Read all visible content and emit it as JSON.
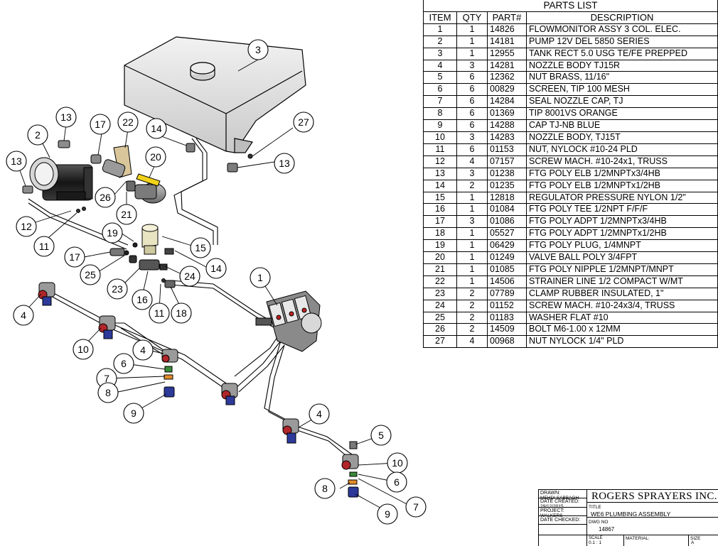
{
  "parts_list": {
    "title": "PARTS LIST",
    "columns": [
      "ITEM",
      "QTY",
      "PART#",
      "DESCRIPTION"
    ],
    "rows": [
      {
        "item": "1",
        "qty": "1",
        "part": "14826",
        "desc": "FLOWMONITOR ASSY 3 COL. ELEC."
      },
      {
        "item": "2",
        "qty": "1",
        "part": "14181",
        "desc": "PUMP 12V DEL 5850 SERIES"
      },
      {
        "item": "3",
        "qty": "1",
        "part": "12955",
        "desc": "TANK RECT 5.0 USG TE/FE PREPPED"
      },
      {
        "item": "4",
        "qty": "3",
        "part": "14281",
        "desc": "NOZZLE BODY TJ15R"
      },
      {
        "item": "5",
        "qty": "6",
        "part": "12362",
        "desc": "NUT BRASS, 11/16\""
      },
      {
        "item": "6",
        "qty": "6",
        "part": "00829",
        "desc": "SCREEN, TIP 100 MESH"
      },
      {
        "item": "7",
        "qty": "6",
        "part": "14284",
        "desc": "SEAL NOZZLE CAP, TJ"
      },
      {
        "item": "8",
        "qty": "6",
        "part": "01369",
        "desc": "TIP 8001VS ORANGE"
      },
      {
        "item": "9",
        "qty": "6",
        "part": "14288",
        "desc": "CAP TJ-NB BLUE"
      },
      {
        "item": "10",
        "qty": "3",
        "part": "14283",
        "desc": "NOZZLE BODY, TJ15T"
      },
      {
        "item": "11",
        "qty": "6",
        "part": "01153",
        "desc": "NUT, NYLOCK #10-24 PLD"
      },
      {
        "item": "12",
        "qty": "4",
        "part": "07157",
        "desc": "SCREW MACH. #10-24x1, TRUSS"
      },
      {
        "item": "13",
        "qty": "3",
        "part": "01238",
        "desc": "FTG POLY ELB 1/2MNPTx3/4HB"
      },
      {
        "item": "14",
        "qty": "2",
        "part": "01235",
        "desc": "FTG POLY ELB 1/2MNPTx1/2HB"
      },
      {
        "item": "15",
        "qty": "1",
        "part": "12818",
        "desc": "REGULATOR PRESSURE NYLON 1/2\""
      },
      {
        "item": "16",
        "qty": "1",
        "part": "01084",
        "desc": "FTG POLY TEE 1/2NPT F/F/F"
      },
      {
        "item": "17",
        "qty": "3",
        "part": "01086",
        "desc": "FTG POLY ADPT 1/2MNPTx3/4HB"
      },
      {
        "item": "18",
        "qty": "1",
        "part": "05527",
        "desc": "FTG POLY ADPT 1/2MNPTx1/2HB"
      },
      {
        "item": "19",
        "qty": "1",
        "part": "06429",
        "desc": "FTG POLY PLUG, 1/4MNPT"
      },
      {
        "item": "20",
        "qty": "1",
        "part": "01249",
        "desc": "VALVE BALL POLY 3/4FPT"
      },
      {
        "item": "21",
        "qty": "1",
        "part": "01085",
        "desc": "FTG POLY NIPPLE 1/2MNPT/MNPT"
      },
      {
        "item": "22",
        "qty": "1",
        "part": "14506",
        "desc": "STRAINER LINE 1/2 COMPACT W/MT"
      },
      {
        "item": "23",
        "qty": "2",
        "part": "07789",
        "desc": "CLAMP RUBBER INSULATED, 1\""
      },
      {
        "item": "24",
        "qty": "2",
        "part": "01152",
        "desc": "SCREW MACH. #10-24x3/4, TRUSS"
      },
      {
        "item": "25",
        "qty": "2",
        "part": "01183",
        "desc": "WASHER FLAT #10"
      },
      {
        "item": "26",
        "qty": "2",
        "part": "14509",
        "desc": "BOLT M6-1.00 x 12MM"
      },
      {
        "item": "27",
        "qty": "4",
        "part": "00968",
        "desc": "NUT NYLOCK 1/4\" PLD"
      }
    ]
  },
  "title_block": {
    "drawn_label": "DRAWN:",
    "drawn_by": "MEHDI SABBAGH",
    "date_created_label": "DATE CREATED:",
    "date_created": "29/12/2015",
    "project_label": "PROJECT:",
    "project": "WALKERS",
    "date_checked_label": "DATE CHECKED:",
    "company": "ROGERS SPRAYERS INC.",
    "title_label": "TITLE",
    "title": "WE6 PLUMBING ASSEMBLY",
    "dwg_label": "DWG NO",
    "dwg_no": "14867",
    "scale_label": "SCALE",
    "scale": "0.1 : 1",
    "material_label": "MATERIAL:",
    "size_label": "SIZE",
    "size": "A"
  },
  "balloons": [
    "3",
    "2",
    "13",
    "17",
    "22",
    "14",
    "27",
    "13",
    "20",
    "13",
    "26",
    "21",
    "12",
    "11",
    "19",
    "15",
    "17",
    "25",
    "14",
    "24",
    "1",
    "23",
    "16",
    "11",
    "18",
    "4",
    "10",
    "4",
    "6",
    "7",
    "8",
    "9",
    "4",
    "5",
    "10",
    "8",
    "6",
    "9",
    "7"
  ],
  "colors": {
    "line": "#000000",
    "tank": "#e6e6e6",
    "pump": "#2a2a2a",
    "nozzle_red": "#b0262a",
    "nozzle_blue": "#2d3a9a",
    "valve_yellow": "#f2d21a",
    "strainer": "#d9c69a",
    "brass": "#b08a3a"
  }
}
